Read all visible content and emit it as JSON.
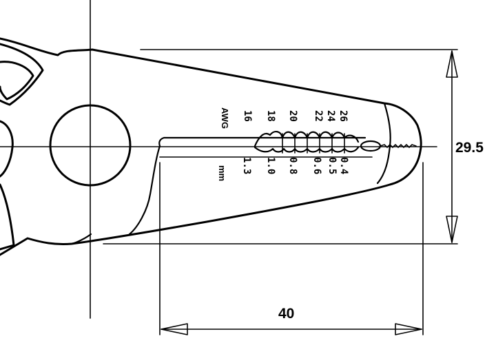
{
  "dimensions": {
    "height_value": "29.5",
    "length_value": "40"
  },
  "awg": {
    "unit": "AWG",
    "sizes": [
      "26",
      "24",
      "22",
      "20",
      "18",
      "16"
    ]
  },
  "mm": {
    "unit": "mm",
    "sizes": [
      "0.4",
      "0.5",
      "0.6",
      "0.8",
      "1.0",
      "1.3"
    ]
  }
}
